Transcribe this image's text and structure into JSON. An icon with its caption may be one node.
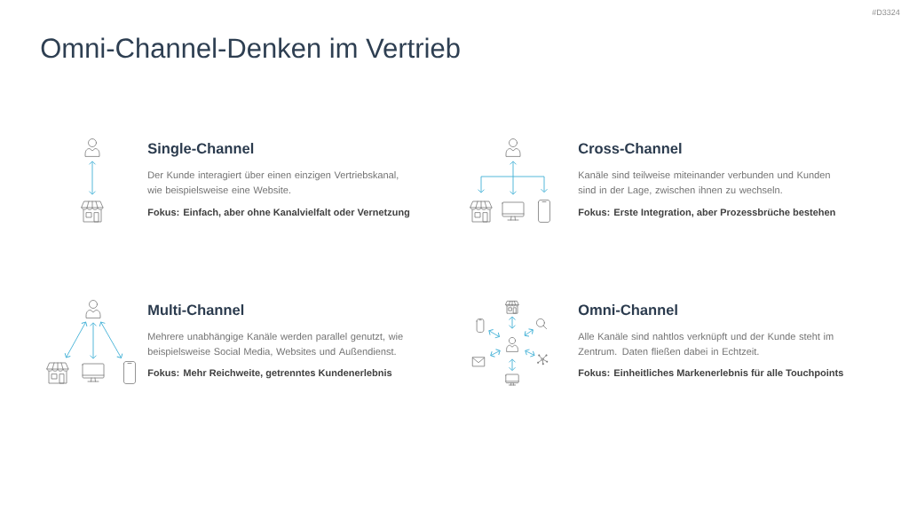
{
  "diagram": {
    "title": "Omni-Channel-Denken im Vertrieb",
    "nodes": [
      {
        "text": [],
        "shape": "person"
      },
      {
        "text": [],
        "shape": "picture"
      },
      {
        "text": [],
        "shape": "person"
      },
      {
        "text": [],
        "shape": "picture"
      },
      {
        "text": [],
        "shape": "picture"
      },
      {
        "text": [],
        "shape": "picture"
      },
      {
        "text": [],
        "shape": "person"
      },
      {
        "text": [],
        "shape": "picture"
      },
      {
        "text": [],
        "shape": "picture"
      },
      {
        "text": [],
        "shape": "picture"
      },
      {
        "text": [],
        "shape": "picture"
      },
      {
        "text": [],
        "shape": "picture"
      },
      {
        "text": [],
        "shape": "picture"
      },
      {
        "text": [],
        "shape": "person"
      },
      {
        "text": [],
        "shape": "picture"
      },
      {
        "text": [],
        "shape": "picture"
      },
      {
        "text": [],
        "shape": "picture"
      }
    ],
    "edges": [
      {
        "from": 0,
        "to": 1,
        "arrow": "both"
      },
      {
        "from": 2,
        "to": 3,
        "arrow": "both"
      },
      {
        "from": 2,
        "to": 4,
        "arrow": "both"
      },
      {
        "from": 2,
        "to": 5,
        "arrow": "both"
      },
      {
        "from": 6,
        "to": 7,
        "arrow": "both"
      },
      {
        "from": 6,
        "to": 8,
        "arrow": "both"
      },
      {
        "from": 6,
        "to": 9,
        "arrow": "both"
      },
      {
        "from": 13,
        "to": 10,
        "arrow": "both"
      },
      {
        "from": 13,
        "to": 11,
        "arrow": "both"
      },
      {
        "from": 13,
        "to": 12,
        "arrow": "both"
      },
      {
        "from": 13,
        "to": 14,
        "arrow": "both"
      },
      {
        "from": 13,
        "to": 15,
        "arrow": "both"
      },
      {
        "from": 13,
        "to": 16,
        "arrow": "both"
      }
    ],
    "labels": [
      "#D3324",
      "Single-Channel",
      "Der Kunde interagiert über einen einzigen Vertriebskanal, wie beispielsweise eine Website.",
      "Fokus: Einfach, aber ohne Kanalvielfalt oder Vernetzung",
      "Cross-Channel",
      "Kanäle sind teilweise miteinander verbunden und Kunden sind in der Lage, zwischen ihnen zu wechseln.",
      "Fokus: Erste Integration, aber Prozessbrüche bestehen",
      "Multi-Channel",
      "Mehrere unabhängige Kanäle werden parallel genutzt, wie beispielsweise Social Media, Websites und Außendienst.",
      "Fokus: Mehr Reichweite, getrenntes Kundenerlebnis",
      "Omni-Channel",
      "Alle Kanäle sind nahtlos verknüpft und der Kunde steht im Zentrum. Daten fließen dabei in Echtzeit.",
      "Fokus: Einheitliches Markenerlebnis für alle Touchpoints"
    ]
  }
}
